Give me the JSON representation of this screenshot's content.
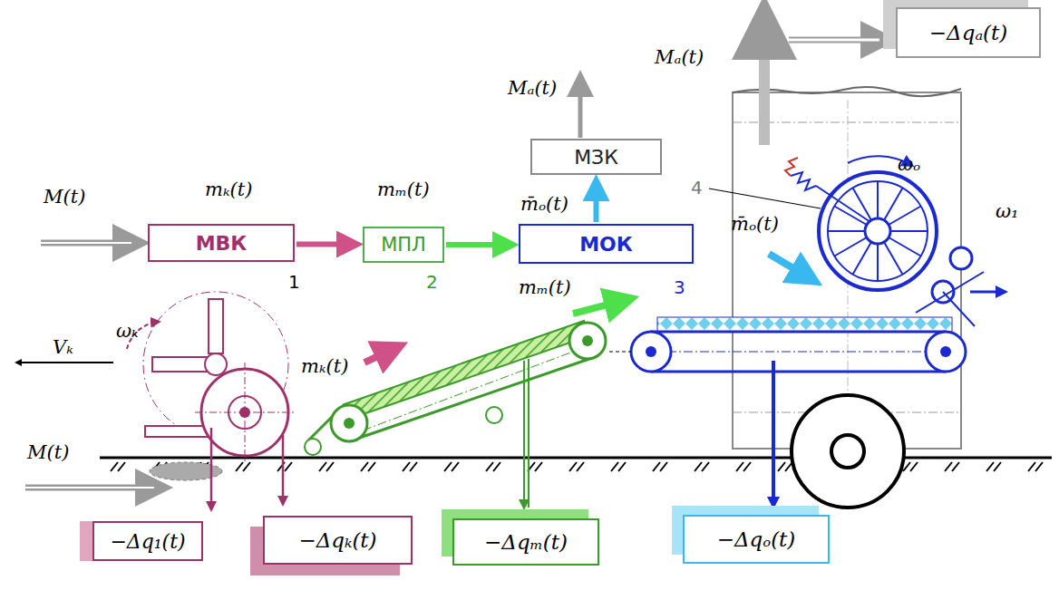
{
  "diagram": {
    "nodes": [
      {
        "text": [
          "−Δqₐ(t)"
        ]
      },
      {
        "text": [
          "МЗК"
        ]
      },
      {
        "text": [
          "МВК"
        ]
      },
      {
        "text": [
          "МПЛ"
        ]
      },
      {
        "text": [
          "МОК"
        ]
      },
      {
        "text": [
          "−Δq₁(t)"
        ]
      },
      {
        "text": [
          "−Δqₖ(t)"
        ]
      },
      {
        "text": [
          "−Δqₘ(t)"
        ]
      },
      {
        "text": [
          "−Δqₒ(t)"
        ]
      }
    ],
    "edges": [
      {
        "from": 2,
        "to": 3,
        "arrow": "to"
      },
      {
        "from": 3,
        "to": 4,
        "arrow": "to"
      },
      {
        "from": 4,
        "to": 1,
        "arrow": "to"
      }
    ],
    "labels": [
      "Mₐ(t)",
      "Mₐ(t)",
      "M(t)",
      "mₖ(t)",
      "mₘ(t)",
      "m̄ₒ(t)",
      "4",
      "m̄ₒ(t)",
      "ωₒ",
      "ω₁",
      "mₘ(t)",
      "3",
      "1",
      "2",
      "ωₖ",
      "Vₖ",
      "mₖ(t)",
      "M(t)"
    ]
  }
}
